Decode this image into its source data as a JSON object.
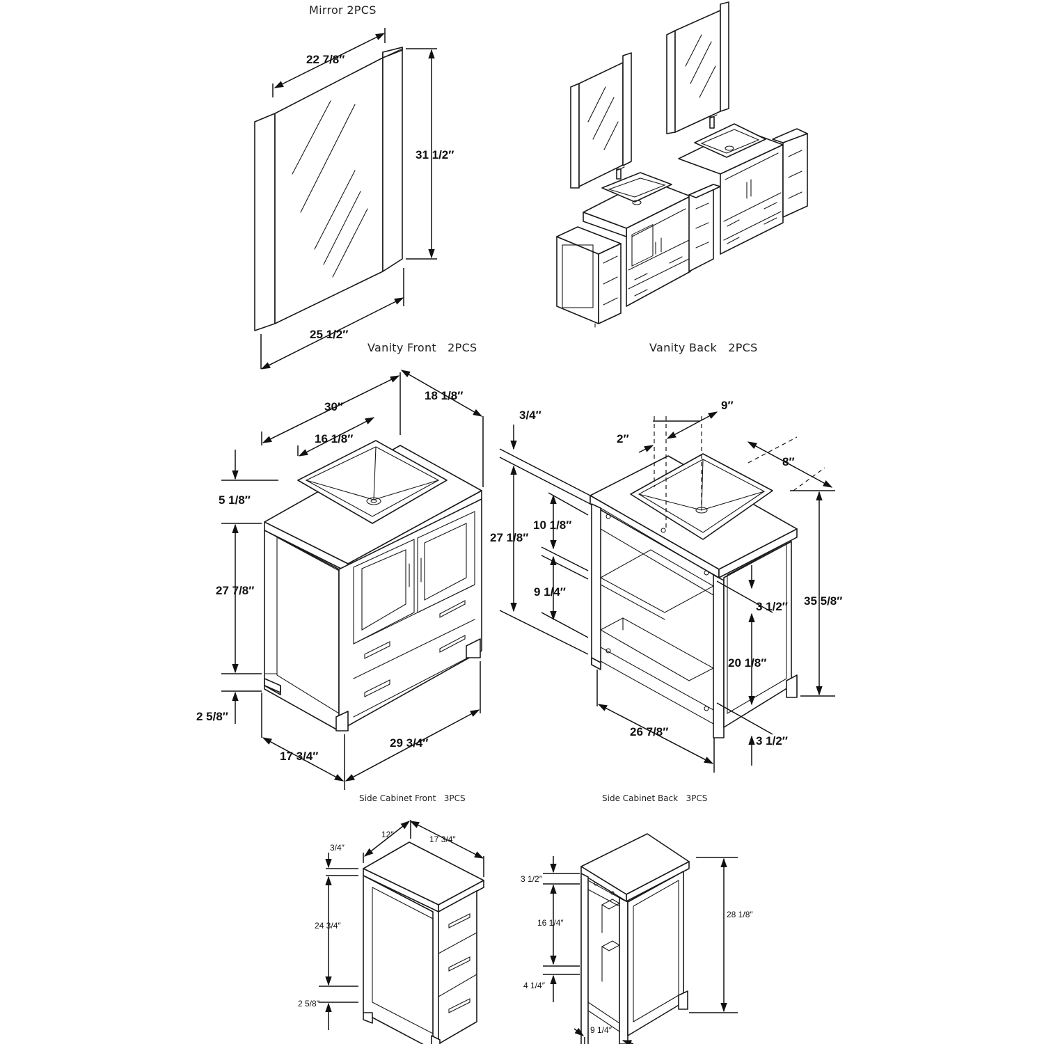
{
  "titles": {
    "mirror": "Mirror 2PCS",
    "vanity_front": "Vanity Front   2PCS",
    "vanity_back": "Vanity Back   2PCS",
    "side_cabinet_front": "Side Cabinet Front   3PCS",
    "side_cabinet_back": "Side Cabinet Back   3PCS"
  },
  "mirror_dims": {
    "width_inner": "22 7/8″",
    "height": "31 1/2″",
    "width_outer": "25 1/2″"
  },
  "vanity_front_dims": {
    "width": "30″",
    "depth": "18 1/8″",
    "sink": "16 1/8″",
    "sink_height": "5 1/8″",
    "body_height": "27 7/8″",
    "leg_height": "2 5/8″",
    "side_depth": "17 3/4″",
    "front_width": "29 3/4″"
  },
  "vanity_back_dims": {
    "top_thickness": "3/4″",
    "sink_width": "9″",
    "offset": "2″",
    "sink_depth": "8″",
    "height_a": "27 1/8″",
    "upper_gap": "10 1/8″",
    "lower_gap": "9 1/4″",
    "total_height": "35 5/8″",
    "rail_top": "3 1/2″",
    "inner_height": "20 1/8″",
    "rail_bottom": "3 1/2″",
    "width": "26 7/8″"
  },
  "side_front_dims": {
    "width": "12″",
    "depth": "17 3/4″",
    "top_thickness": "3/4″",
    "body_height": "24 3/4″",
    "leg_height": "2 5/8″"
  },
  "side_back_dims": {
    "rail_top": "3 1/2″",
    "opening": "16 1/4″",
    "rail_bottom": "4 1/4″",
    "total_height": "28 1/8″",
    "width": "9 1/4″"
  }
}
